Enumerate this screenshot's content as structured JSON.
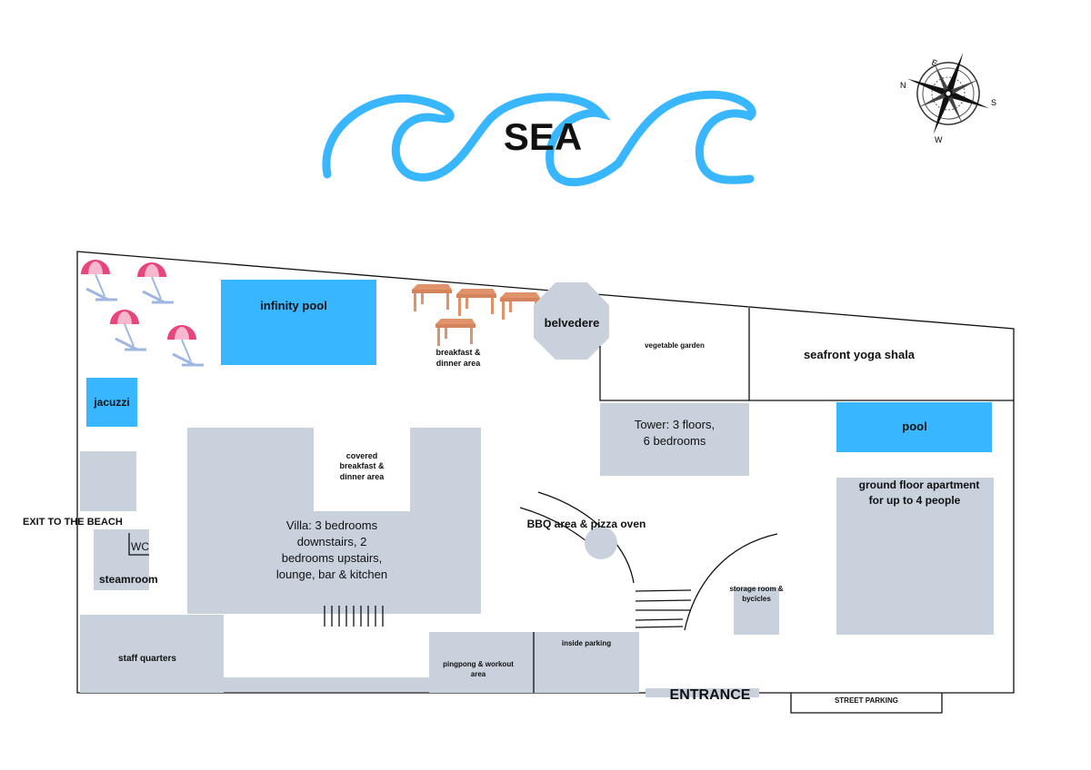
{
  "colors": {
    "water": "#38b6ff",
    "building": "#c8d1dc",
    "table": "#e0936b",
    "umbrella": "#e8457a"
  },
  "sea": {
    "label": "SEA"
  },
  "compass": {
    "north": "N",
    "east": "E",
    "south": "S",
    "west": "W"
  },
  "areas": {
    "infinity_pool": "infinity pool",
    "jacuzzi": "jacuzzi",
    "exit_beach": "EXIT TO THE BEACH",
    "wc": "WC",
    "steamroom": "steamroom",
    "staff_quarters": "staff quarters",
    "breakfast_area": [
      "breakfast &",
      "dinner area"
    ],
    "belvedere": "belvedere",
    "vegetable_garden": "vegetable garden",
    "yoga_shala": "seafront yoga shala",
    "covered_breakfast": [
      "covered",
      "breakfast &",
      "dinner area"
    ],
    "villa": [
      "Villa: 3 bedrooms",
      "downstairs, 2",
      "bedrooms upstairs,",
      "lounge, bar & kitchen"
    ],
    "tower": [
      "Tower: 3 floors,",
      "6 bedrooms"
    ],
    "pool": "pool",
    "apartment": [
      "ground floor apartment",
      "for up to 4 people"
    ],
    "bbq": "BBQ area & pizza oven",
    "storage": [
      "storage room &",
      "bycicles"
    ],
    "pingpong": [
      "pingpong & workout",
      "area"
    ],
    "inside_parking": "inside parking",
    "entrance": "ENTRANCE",
    "street_parking": "STREET PARKING"
  }
}
